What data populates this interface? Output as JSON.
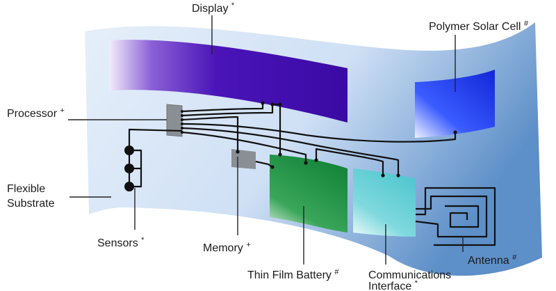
{
  "labels": {
    "display": {
      "text": "Display",
      "mark": "*"
    },
    "solar": {
      "text": "Polymer Solar Cell",
      "mark": "#"
    },
    "processor": {
      "text": "Processor",
      "mark": "+"
    },
    "substrate": {
      "line1": "Flexible",
      "line2": "Substrate"
    },
    "sensors": {
      "text": "Sensors",
      "mark": "*"
    },
    "memory": {
      "text": "Memory",
      "mark": "+"
    },
    "battery": {
      "text": "Thin Film Battery",
      "mark": "#"
    },
    "comms": {
      "line1": "Communications",
      "line2": "Interface",
      "mark": "*"
    },
    "antenna": {
      "text": "Antenna",
      "mark": "#"
    }
  },
  "colors": {
    "display": "#4a14b8",
    "solar": "#1a3cf0",
    "battery": "#1e8f3e",
    "comms": "#66d2d8",
    "substrate": "#d7e6f7",
    "chip": "#8a8f96"
  }
}
